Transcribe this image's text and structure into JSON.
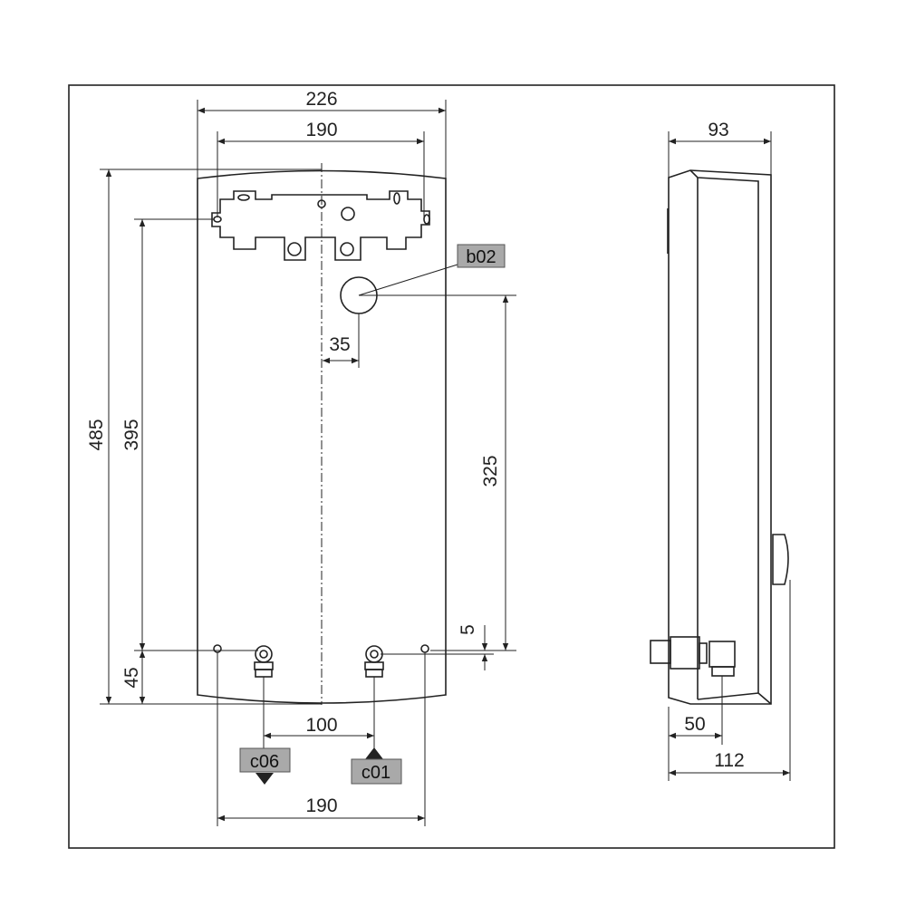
{
  "dimensions": {
    "width_total": "226",
    "width_brackets_top": "190",
    "height_total": "485",
    "height_bracket_to_connections": "395",
    "height_connections_to_bottom": "45",
    "height_b02_to_connections": "325",
    "offset_small": "5",
    "offset_b02": "35",
    "connection_spacing": "100",
    "width_holes_bottom": "190",
    "depth_side": "93",
    "depth_connection": "50",
    "depth_total": "112"
  },
  "labels": {
    "b02": "b02",
    "c06": "c06",
    "c01": "c01"
  },
  "colors": {
    "line": "#222222",
    "tag_fill": "#a9a9a9"
  }
}
